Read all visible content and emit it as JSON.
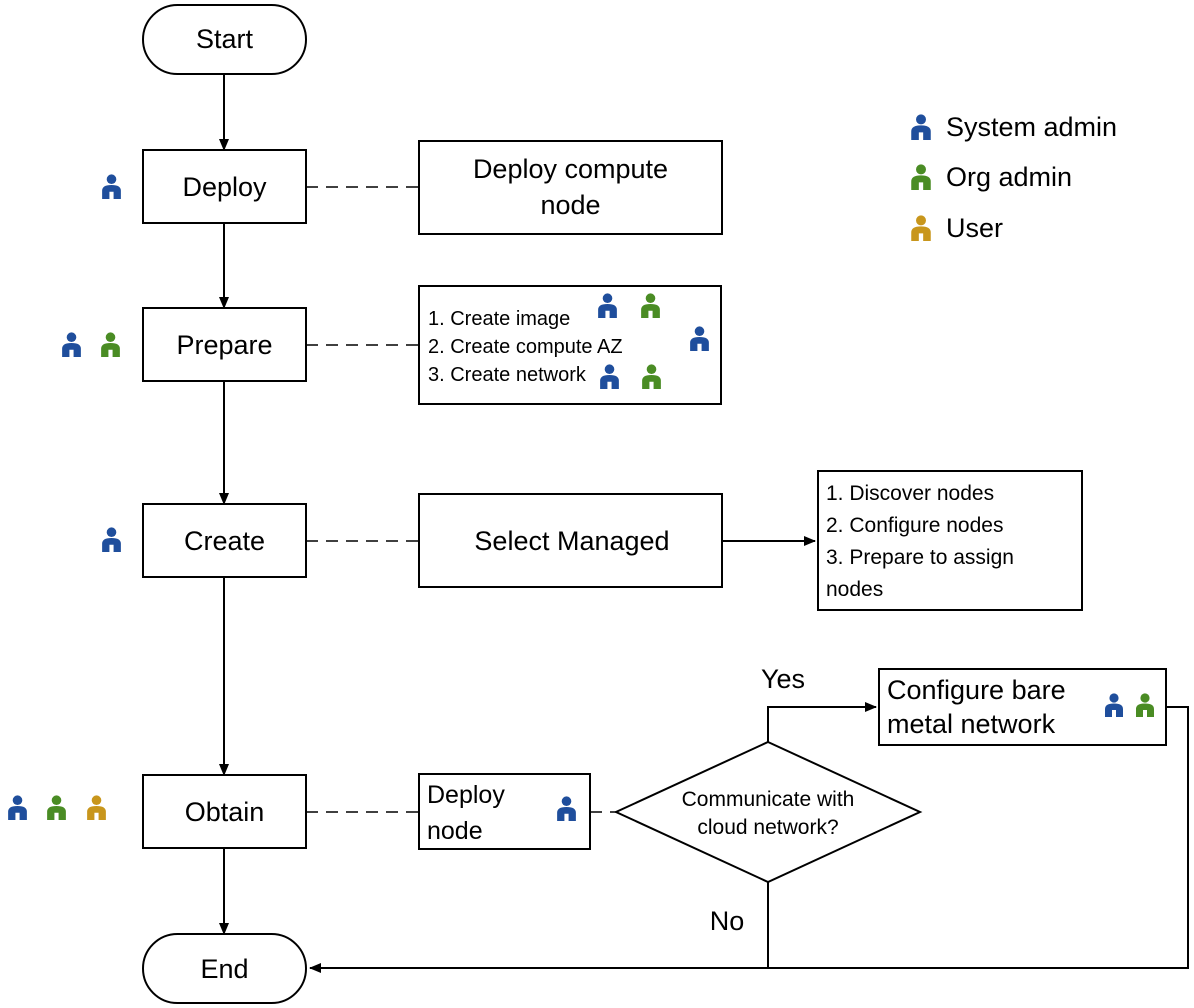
{
  "colors": {
    "system_admin": "#1f4e9c",
    "org_admin": "#4a8c24",
    "user": "#c8961c",
    "line": "#000000",
    "background": "#ffffff"
  },
  "legend": {
    "system_admin": "System admin",
    "org_admin": "Org admin",
    "user": "User"
  },
  "steps": {
    "start": "Start",
    "deploy": "Deploy",
    "prepare": "Prepare",
    "create": "Create",
    "obtain": "Obtain",
    "end": "End"
  },
  "details": {
    "deploy_compute": [
      "Deploy compute",
      "node"
    ],
    "prepare_list": [
      "1. Create image",
      "2. Create compute AZ",
      "3. Create network"
    ],
    "select_managed": "Select Managed",
    "managed_list": [
      "1. Discover nodes",
      "2. Configure nodes",
      "3. Prepare to assign",
      "nodes"
    ],
    "deploy_node": [
      "Deploy",
      "node"
    ],
    "decision": [
      "Communicate with",
      "cloud network?"
    ],
    "configure_bare": [
      "Configure bare",
      "metal network"
    ],
    "yes": "Yes",
    "no": "No"
  }
}
